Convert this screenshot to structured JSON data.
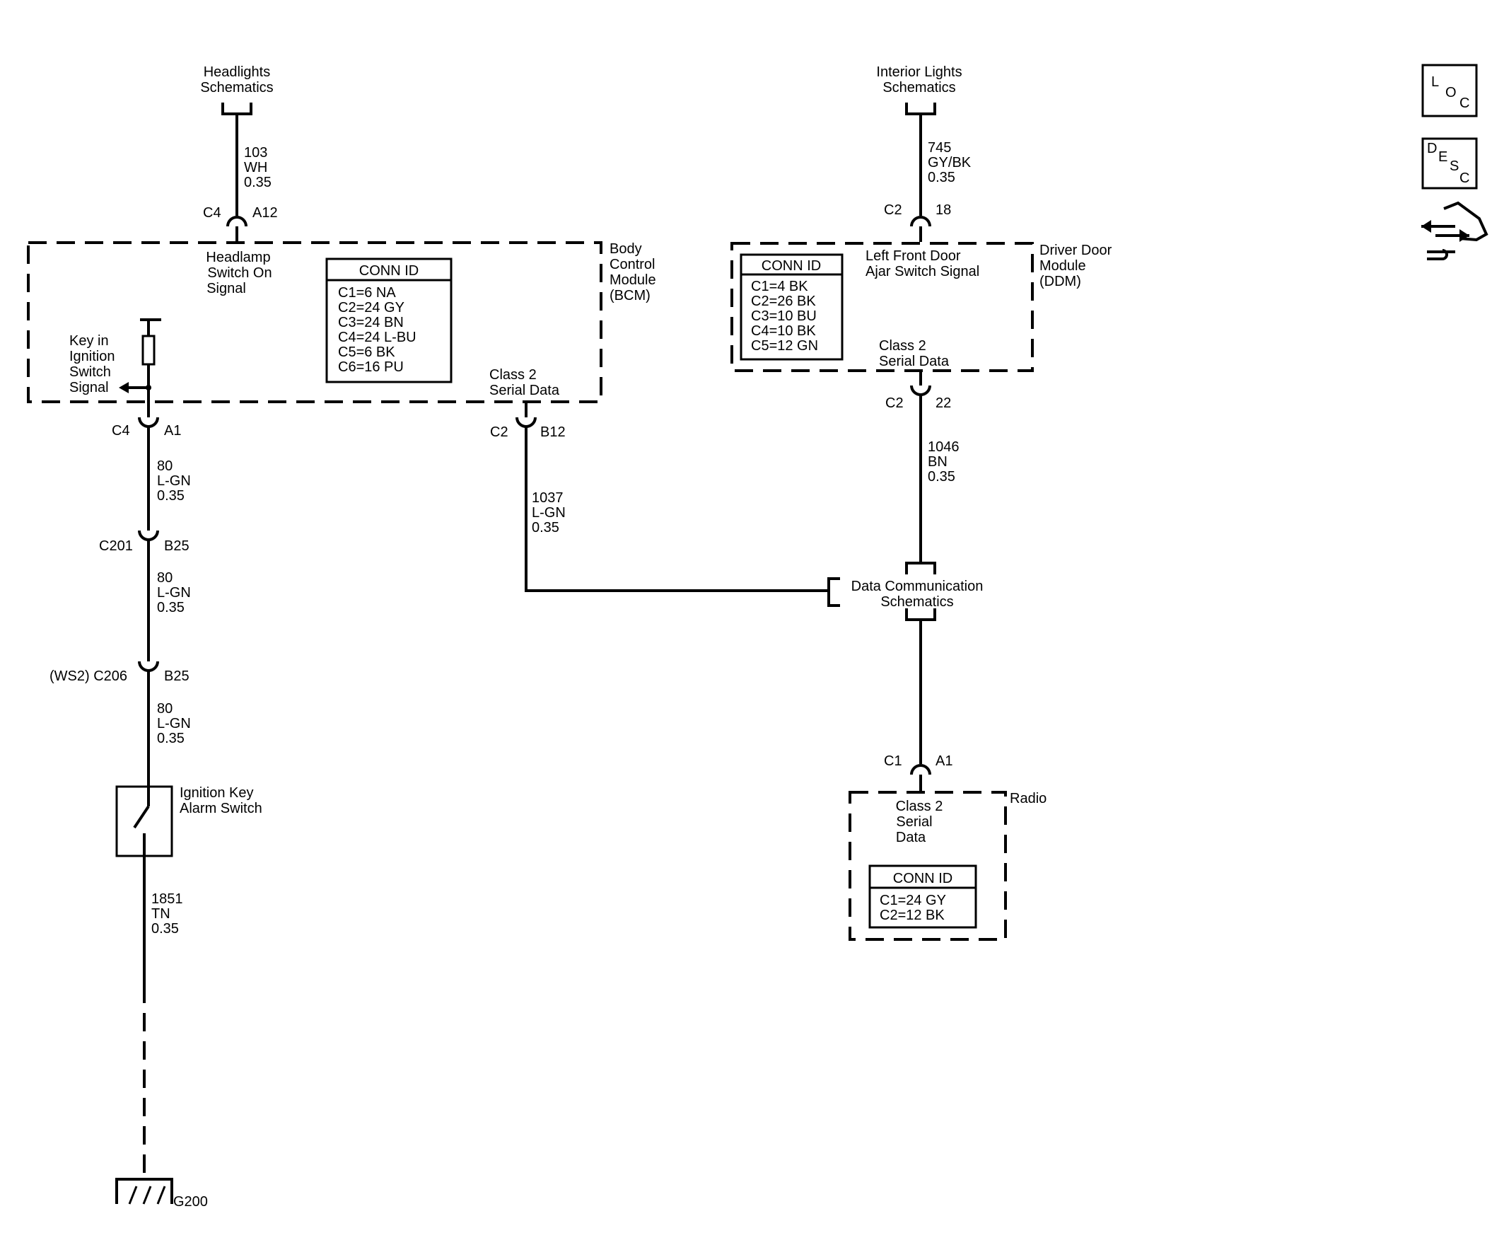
{
  "theme": {
    "line_color": "#000000",
    "background": "#ffffff"
  },
  "schematic_refs": {
    "headlights": [
      "Headlights",
      "Schematics"
    ],
    "interior_lights": [
      "Interior Lights",
      "Schematics"
    ],
    "data_comm": [
      "Data Communication",
      "Schematics"
    ]
  },
  "wires": {
    "headlamp": [
      "103",
      "WH",
      "0.35"
    ],
    "interior": [
      "745",
      "GY/BK",
      "0.35"
    ],
    "key_a": [
      "80",
      "L-GN",
      "0.35"
    ],
    "key_b": [
      "80",
      "L-GN",
      "0.35"
    ],
    "key_c": [
      "80",
      "L-GN",
      "0.35"
    ],
    "class2_bcm": [
      "1037",
      "L-GN",
      "0.35"
    ],
    "class2_ddm": [
      "1046",
      "BN",
      "0.35"
    ],
    "ground": [
      "1851",
      "TN",
      "0.35"
    ]
  },
  "pins": {
    "bcm_c4_top": {
      "conn": "C4",
      "pin": "A12"
    },
    "bcm_c4_bottom": {
      "conn": "C4",
      "pin": "A1"
    },
    "bcm_c2": {
      "conn": "C2",
      "pin": "B12"
    },
    "c201": {
      "conn": "C201",
      "pin": "B25"
    },
    "c206": {
      "conn": "(WS2) C206",
      "pin": "B25"
    },
    "ddm_c2_top": {
      "conn": "C2",
      "pin": "18"
    },
    "ddm_c2_bottom": {
      "conn": "C2",
      "pin": "22"
    },
    "radio_c1": {
      "conn": "C1",
      "pin": "A1"
    }
  },
  "bcm": {
    "name": [
      "Body",
      "Control",
      "Module",
      "(BCM)"
    ],
    "headlamp_signal": [
      "Headlamp",
      "Switch On",
      "Signal"
    ],
    "key_signal": [
      "Key in",
      "Ignition",
      "Switch",
      "Signal"
    ],
    "class2": [
      "Class 2",
      "Serial Data"
    ],
    "conn_id_title": "CONN ID",
    "conn_ids": [
      "C1=6 NA",
      "C2=24 GY",
      "C3=24 BN",
      "C4=24 L-BU",
      "C5=6 BK",
      "C6=16 PU"
    ]
  },
  "ddm": {
    "name": [
      "Driver Door",
      "Module",
      "(DDM)"
    ],
    "ajar_signal": [
      "Left Front Door",
      "Ajar Switch Signal"
    ],
    "class2": [
      "Class 2",
      "Serial Data"
    ],
    "conn_id_title": "CONN ID",
    "conn_ids": [
      "C1=4 BK",
      "C2=26 BK",
      "C3=10 BU",
      "C4=10 BK",
      "C5=12 GN"
    ]
  },
  "radio": {
    "name": "Radio",
    "class2": [
      "Class 2",
      "Serial",
      "Data"
    ],
    "conn_id_title": "CONN ID",
    "conn_ids": [
      "C1=24 GY",
      "C2=12 BK"
    ]
  },
  "switch": {
    "name": [
      "Ignition Key",
      "Alarm Switch"
    ]
  },
  "ground": {
    "name": "G200"
  },
  "side_buttons": {
    "loc": [
      "L",
      "O",
      "C"
    ],
    "desc": [
      "D",
      "E",
      "S",
      "C"
    ],
    "connector_icon": "connector-end-view-icon"
  }
}
